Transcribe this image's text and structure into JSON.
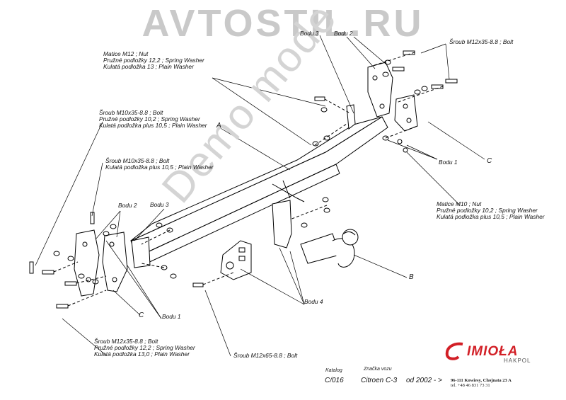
{
  "watermark": {
    "site": "AVTOSTIL.RU",
    "diagonal": "Demo mode"
  },
  "callouts": {
    "A": "A",
    "B": "B",
    "C_right": "C",
    "C_left": "C"
  },
  "labels": {
    "bodu3_top": "Bodu 3",
    "bodu2_top": "Bodu 2",
    "bodu1_right": "Bodu 1",
    "bodu2_left": "Bodu 2",
    "bodu3_left": "Bodu 3",
    "bodu1_left": "Bodu 1",
    "bodu4": "Bodu 4"
  },
  "notes": {
    "m12_nut": [
      "Matice  M12 ; Nut",
      "Pružné podložky 12,2 ; Spring Washer",
      "Kulatá podložka  13 ; Plain Washer"
    ],
    "m12_bolt_top": [
      "Šroub M12x35-8.8 ;  Bolt"
    ],
    "m10_bolt_a": [
      "Šroub M10x35-8.8 ;  Bolt",
      "Pružné podložky 10,2 ; Spring Washer",
      "Kulatá podložka plus 10,5 ; Plain Washer"
    ],
    "m10_bolt_b": [
      "Šroub M10x35-8.8 ;  Bolt",
      "Kulatá podložka plus 10,5 ; Plain Washer"
    ],
    "m10_nut": [
      "Matice  M10 ; Nut",
      "Pružné podložky 10,2 ; Spring Washer",
      "Kulatá podložka plus 10,5 ; Plain Washer"
    ],
    "m12_bolt_bottom": [
      "Šroub M12x35-8.8 ;  Bolt",
      "Pružné podložky 12,2 ; Spring Washer",
      "Kulatá podložka 13,0 ; Plain Washer"
    ],
    "m12x65_bolt": [
      "Šroub M12x65-8.8 ;  Bolt"
    ]
  },
  "footer": {
    "katalog_label": "Katalog",
    "katalog_value": "C/016",
    "znacka_label": "Značka vozu",
    "znacka_value": "Citroen C-3",
    "od_value": "od  2002 - >",
    "brand": "IMIOŁA",
    "brand_sub": "HAKPOL",
    "address": "96-111 Kowiesy, Chojnata 23 A",
    "phone": "tel. +48 46 831 73 31"
  },
  "colors": {
    "watermark": "#c9c9c9",
    "brand": "#d21f26",
    "line": "#000000"
  }
}
